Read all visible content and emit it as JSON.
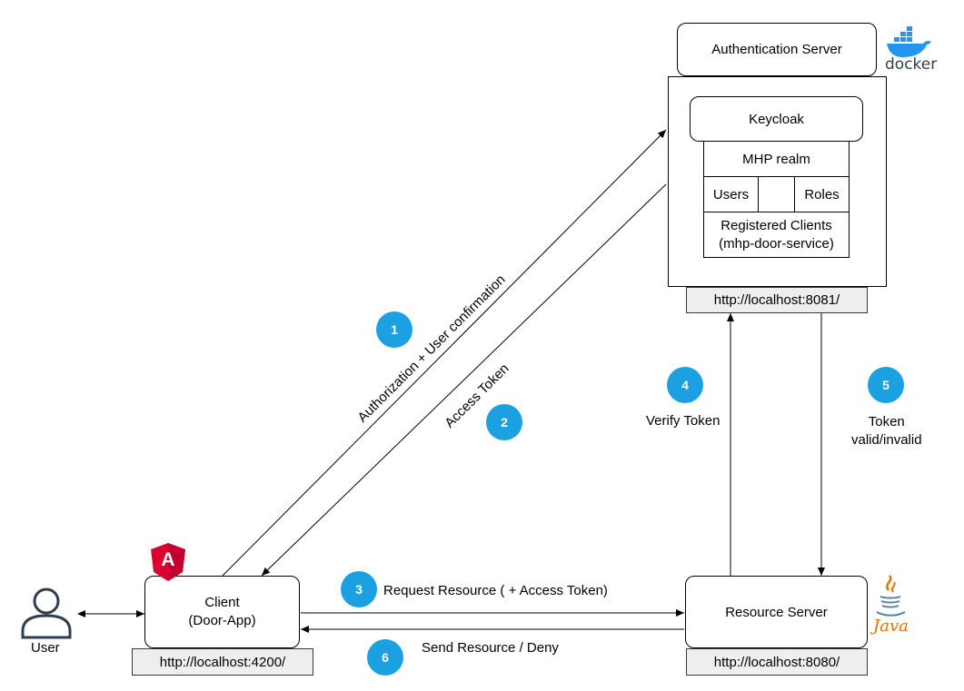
{
  "auth_server": {
    "title": "Authentication Server",
    "keycloak": "Keycloak",
    "realm": "MHP realm",
    "users": "Users",
    "roles": "Roles",
    "clients": "Registered Clients\n(mhp-door-service)",
    "url": "http://localhost:8081/",
    "logo_text": "docker"
  },
  "client": {
    "label": "Client\n(Door-App)",
    "url": "http://localhost:4200/",
    "logo_letter": "A"
  },
  "resource_server": {
    "label": "Resource Server",
    "url": "http://localhost:8080/",
    "logo_text": "Java"
  },
  "user": {
    "label": "User"
  },
  "steps": {
    "s1": {
      "number": "1",
      "text": "Authorization + User confirmation"
    },
    "s2": {
      "number": "2",
      "text": "Access Token"
    },
    "s3": {
      "number": "3",
      "text": "Request Resource ( + Access Token)"
    },
    "s4": {
      "number": "4",
      "text": "Verify Token"
    },
    "s5": {
      "number": "5",
      "text": "Token\nvalid/invalid"
    },
    "s6": {
      "number": "6",
      "text": "Send Resource / Deny"
    }
  },
  "colors": {
    "step_badge": "#1ba1e2",
    "url_bg": "#eeeeee",
    "angular": "#dd0031",
    "docker": "#2496ed",
    "java": "#e76f00"
  }
}
